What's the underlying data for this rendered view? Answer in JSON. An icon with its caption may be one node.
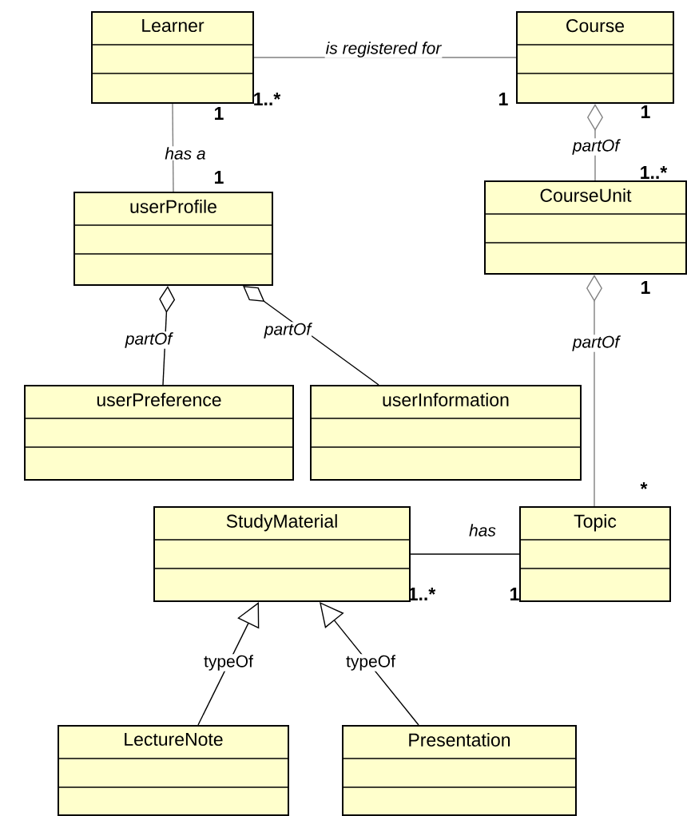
{
  "diagram": {
    "nodes": [
      {
        "text": [
          "Learner"
        ]
      },
      {
        "text": [
          "Course"
        ]
      },
      {
        "text": [
          "userProfile"
        ]
      },
      {
        "text": [
          "CourseUnit"
        ]
      },
      {
        "text": [
          "userPreference"
        ]
      },
      {
        "text": [
          "userInformation"
        ]
      },
      {
        "text": [
          "StudyMaterial"
        ]
      },
      {
        "text": [
          "Topic"
        ]
      },
      {
        "text": [
          "LectureNote"
        ]
      },
      {
        "text": [
          "Presentation"
        ]
      }
    ],
    "edges": [
      {
        "from": 0,
        "to": 1,
        "arrow": "none",
        "label": "is registered for",
        "color": "#808080"
      },
      {
        "from": 0,
        "to": 2,
        "arrow": "none",
        "label": "has a",
        "color": "#808080"
      },
      {
        "from": 3,
        "to": 1,
        "arrow": "other",
        "label": "partOf",
        "color": "#808080"
      },
      {
        "from": 4,
        "to": 2,
        "arrow": "other",
        "label": "partOf"
      },
      {
        "from": 5,
        "to": 2,
        "arrow": "other",
        "label": "partOf"
      },
      {
        "from": 7,
        "to": 3,
        "arrow": "other",
        "label": "partOf",
        "color": "#808080"
      },
      {
        "from": 6,
        "to": 7,
        "arrow": "none",
        "label": "has"
      },
      {
        "from": 8,
        "to": 6,
        "arrow": "to",
        "label": "typeOf"
      },
      {
        "from": 9,
        "to": 6,
        "arrow": "to",
        "label": "typeOf"
      }
    ],
    "labels": [
      "1..*",
      "1",
      "1",
      "1",
      "1",
      "1..*",
      "1",
      "*",
      "1..*",
      "1"
    ]
  }
}
